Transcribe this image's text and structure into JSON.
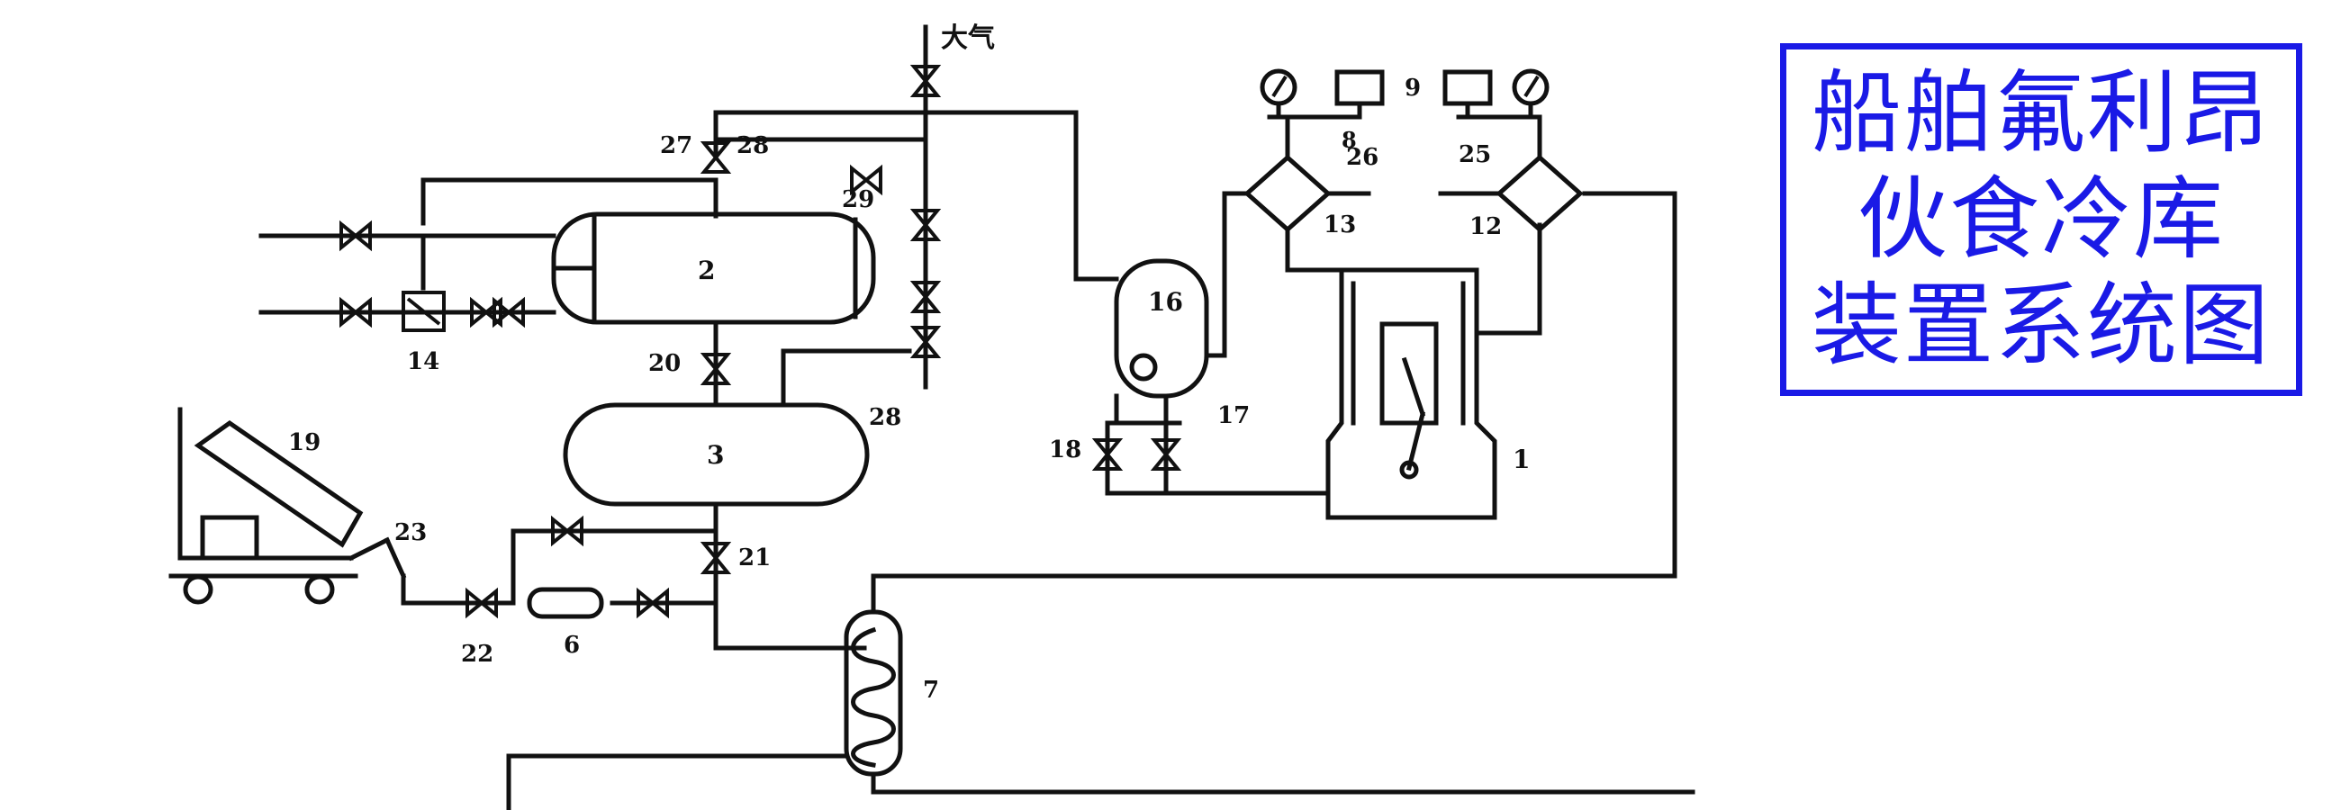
{
  "title": {
    "lines": [
      "船舶氟利昂",
      "伙食冷库",
      "装置系统图"
    ],
    "color": "#1a1ae6"
  },
  "labels": {
    "atmosphere": "大气",
    "compressor": "1",
    "condenser": "2",
    "receiver": "3",
    "drier": "6",
    "heat_exchanger": "7",
    "pressure_switch_lp": "8",
    "pressure_switch_box": "9",
    "solenoid_13": "13",
    "valve_12": "12",
    "filter_14": "14",
    "oil_separator": "16",
    "float_17": "17",
    "valve_18": "18",
    "cylinder": "19",
    "valve_20": "20",
    "valve_21": "21",
    "valve_22": "22",
    "valve_23": "23",
    "valve_25": "25",
    "valve_26": "26",
    "valve_27": "27",
    "valve_28a": "28",
    "valve_28b": "28",
    "valve_29": "29"
  },
  "colors": {
    "line": "#111111",
    "title": "#1a1ae6"
  }
}
